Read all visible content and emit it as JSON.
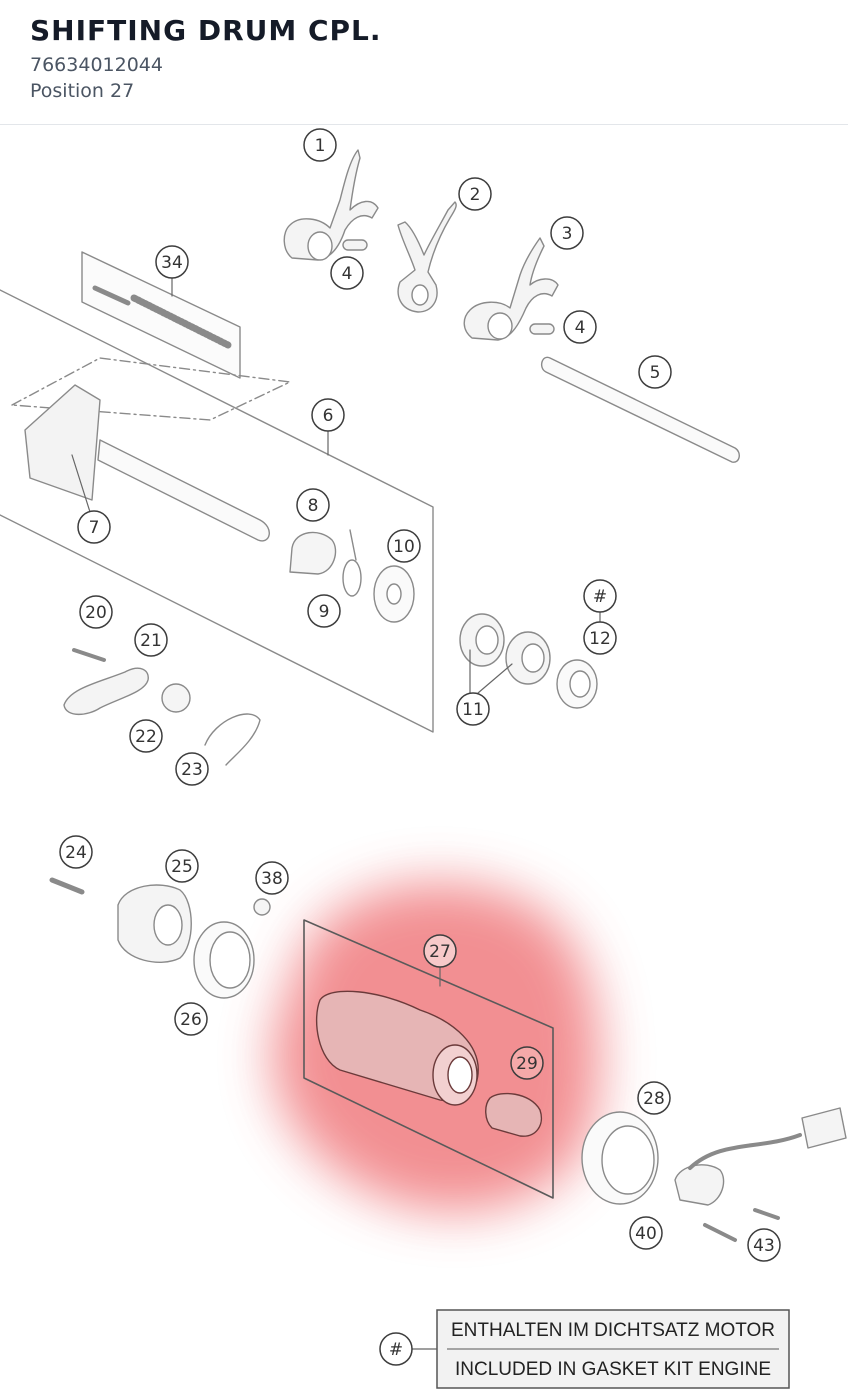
{
  "part": {
    "title": "SHIFTING DRUM CPL.",
    "number": "76634012044",
    "position": "Position 27"
  },
  "highlight": {
    "color": "#e8343b",
    "position_label": "27"
  },
  "callouts": {
    "c1": "1",
    "c2": "2",
    "c3": "3",
    "c4a": "4",
    "c4b": "4",
    "c5": "5",
    "c6": "6",
    "c7": "7",
    "c8": "8",
    "c9": "9",
    "c10": "10",
    "c11": "11",
    "c12": "12",
    "c20": "20",
    "c21": "21",
    "c22": "22",
    "c23": "23",
    "c24": "24",
    "c25": "25",
    "c26": "26",
    "c27": "27",
    "c28": "28",
    "c29": "29",
    "c34": "34",
    "c38": "38",
    "c40": "40",
    "c43": "43",
    "hash_a": "#",
    "hash_b": "#"
  },
  "legend": {
    "symbol": "#",
    "line1": "ENTHALTEN IM DICHTSATZ MOTOR",
    "line2": "INCLUDED IN GASKET KIT ENGINE"
  }
}
